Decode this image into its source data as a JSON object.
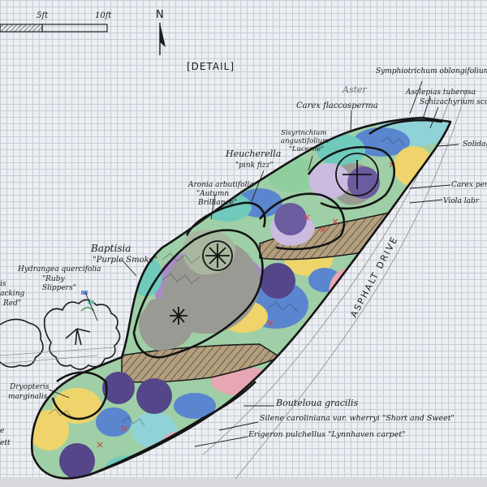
{
  "scale_bar": {
    "label_mid": "5ft",
    "label_end": "10ft"
  },
  "north_arrow": {
    "letter": "N"
  },
  "title": "[DETAIL]",
  "drive_label": "ASPHALT DRIVE",
  "faint_label": "Aster",
  "plant_labels": [
    {
      "id": "symphyotrichum",
      "text": "Symphiotrichum oblongifolium"
    },
    {
      "id": "asclepias",
      "text": "Asclepias tuberosa"
    },
    {
      "id": "schizachyrium",
      "text": "Schizachyrium scop."
    },
    {
      "id": "carex-flacco",
      "text": "Carex flaccosperma"
    },
    {
      "id": "solidago",
      "text": "Solidago"
    },
    {
      "id": "sisyrinchium-1",
      "text": "Sisyrinchium"
    },
    {
      "id": "sisyrinchium-2",
      "text": "angustifolium"
    },
    {
      "id": "sisyrinchium-3",
      "text": "\"Lucerne\""
    },
    {
      "id": "heucherella-1",
      "text": "Heucherella"
    },
    {
      "id": "heucherella-2",
      "text": "\"pink fizz\""
    },
    {
      "id": "carex-pens",
      "text": "Carex pens"
    },
    {
      "id": "viola",
      "text": "Viola labr"
    },
    {
      "id": "aronia-1",
      "text": "Aronia arbutifolia"
    },
    {
      "id": "aronia-2",
      "text": "\"Autumn"
    },
    {
      "id": "aronia-3",
      "text": "Brilliance\""
    },
    {
      "id": "baptisia-1",
      "text": "Baptisia"
    },
    {
      "id": "baptisia-2",
      "text": "\"Purple Smoke\""
    },
    {
      "id": "hydrangea-1",
      "text": "Hydrangea quercifolia"
    },
    {
      "id": "hydrangea-2",
      "text": "\"Ruby"
    },
    {
      "id": "hydrangea-3",
      "text": "Slippers\""
    },
    {
      "id": "cercis-1",
      "text": "is"
    },
    {
      "id": "cercis-2",
      "text": "acking"
    },
    {
      "id": "cercis-3",
      "text": "Red\""
    },
    {
      "id": "dryopteris-1",
      "text": "Dryopteris"
    },
    {
      "id": "dryopteris-2",
      "text": "marginalis"
    },
    {
      "id": "edge-1",
      "text": "e"
    },
    {
      "id": "edge-2",
      "text": "ett"
    },
    {
      "id": "bouteloua",
      "text": "Bouteloua gracilis"
    },
    {
      "id": "silene",
      "text": "Silene caroliniana var. wherryi \"Short and Sweet\""
    },
    {
      "id": "erigeron",
      "text": "Erigeron pulchellus \"Lynnhaven carpet\""
    }
  ],
  "colors": {
    "outline": "#141414",
    "sage": "#8fcf9d",
    "teal": "#6fcabb",
    "aqua": "#8fd3d8",
    "blue": "#5a86cf",
    "violet": "#a98bc6",
    "lilac": "#cbbbe0",
    "yellow": "#eed46b",
    "gray": "#9a9a94",
    "purple": "#55468a",
    "brown": "#8f7a5d",
    "pink": "#e7a6b3",
    "red": "#d4453f",
    "green": "#54a562"
  }
}
